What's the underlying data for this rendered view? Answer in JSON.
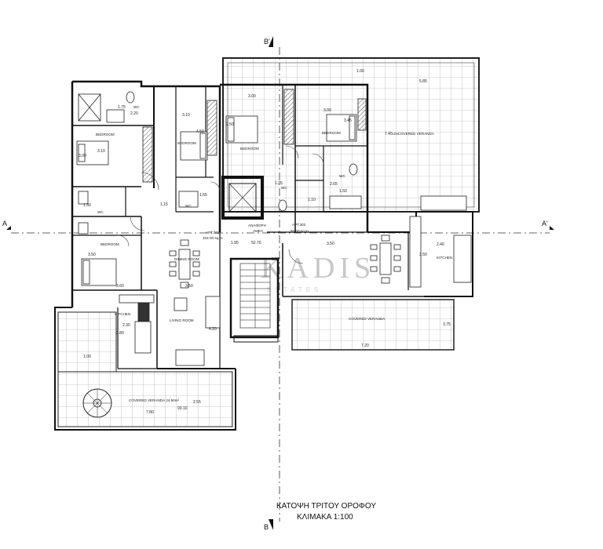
{
  "watermark": {
    "brand": "KADIS",
    "sub": "ESTATES"
  },
  "section_marks": {
    "a_left": "A",
    "a_right": "A'",
    "b_top": "B'",
    "b_bottom": "B"
  },
  "rooms": {
    "bedroom_1": "BEDROOM",
    "bedroom_2": "BEDROOM",
    "bedroom_3": "BEDROOM",
    "bedroom_4": "BEDROOM",
    "bedroom_5": "BEDROOM",
    "wc_1": "WC",
    "wc_2": "WC",
    "wc_3": "WC",
    "wc_4": "WC",
    "wc_5": "WC",
    "dining_room": "DINING ROOM",
    "living_room": "LIVING ROOM",
    "kitchen_left": "KITCHEN",
    "kitchen_right": "KITCHEN",
    "covered_veranda_left": "COVERED VERANDA 24.90m²",
    "covered_veranda_right": "COVERED VERANDA",
    "uncovered_veranda": "UNCOVERED VERANDA",
    "lift_label_1": "ΑΝΑΦΟΡΗ",
    "lift_label_2": "AMEA",
    "apt_301_name": "APT.301",
    "apt_301_area": "104.00 sq.m.",
    "apt_302_name": "APT.302",
    "apt_302_area": "93.00 sq.m."
  },
  "dimensions": {
    "d_1_00_top": "1.00",
    "d_5_85": "5.85",
    "d_1_75": "1.75",
    "d_2_20": "2.20",
    "d_3_10_top": "3.10",
    "d_3_00_a": "3.00",
    "d_3_00_b": "3.00",
    "d_3_45": "3.45",
    "d_4_50": "4.50",
    "d_3_10_bed": "3.10",
    "d_2_50": "2.50",
    "d_7_45": "7.45",
    "d_3_00_left": "3.00",
    "d_2_65": "2.65",
    "d_1_35": "1.35",
    "d_1_30": "1.30",
    "d_1_15": "1.15",
    "d_1_55": "1.55",
    "d_1_50": "1.50",
    "d_1_10": "1.10",
    "d_1_95": "1.95",
    "d_52_70": "52.70",
    "d_3_50_bed": "3.50",
    "d_3_50_dining": "3.50",
    "d_3_50_kitchen": "3.50",
    "d_3_50_right": "3.50",
    "d_2_40": "2.40",
    "d_6_50": "6.50",
    "d_3_60": "3.60",
    "d_2_30": "2.30",
    "d_3_80": "3.80",
    "d_4_20": "4.20",
    "d_1_00_left": "1.00",
    "d_3_75": "3.75",
    "d_7_20": "7.20",
    "d_7_80": "7.80",
    "d_93_10": "93.10",
    "d_2_55": "2.55"
  },
  "title": {
    "line1": "ΚΑΤΟΨΗ ΤΡΙΤΟΥ ΟΡΟΦΟΥ",
    "line2": "ΚΛΙΜΑΚΑ 1:100"
  }
}
